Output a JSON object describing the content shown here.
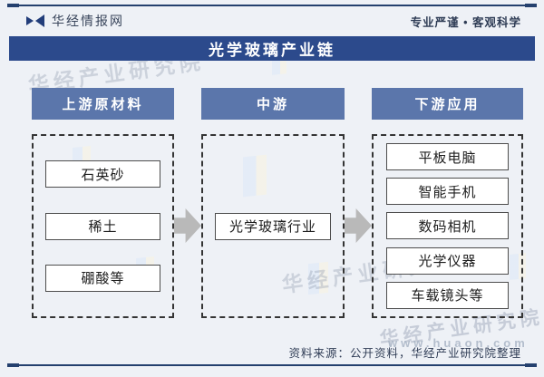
{
  "header": {
    "brand": "华经情报网",
    "tagline": "专业严谨 • 客观科学"
  },
  "title": "光学玻璃产业链",
  "columns": [
    {
      "header": "上游原材料",
      "items": [
        "石英砂",
        "稀土",
        "硼酸等"
      ]
    },
    {
      "header": "中游",
      "items": [
        "光学玻璃行业"
      ]
    },
    {
      "header": "下游应用",
      "items": [
        "平板电脑",
        "智能手机",
        "数码相机",
        "光学仪器",
        "车载镜头等"
      ]
    }
  ],
  "footer": {
    "source": "资料来源：公开资料，华经产业研究院整理"
  },
  "watermark": {
    "org": "华经产业研究院",
    "url": "www.huaon.com"
  },
  "colors": {
    "navy": "#2c4a8c",
    "header_slate": "#5b76ab",
    "arrow_gray": "#b9b9b9",
    "background": "#eef1f6"
  }
}
